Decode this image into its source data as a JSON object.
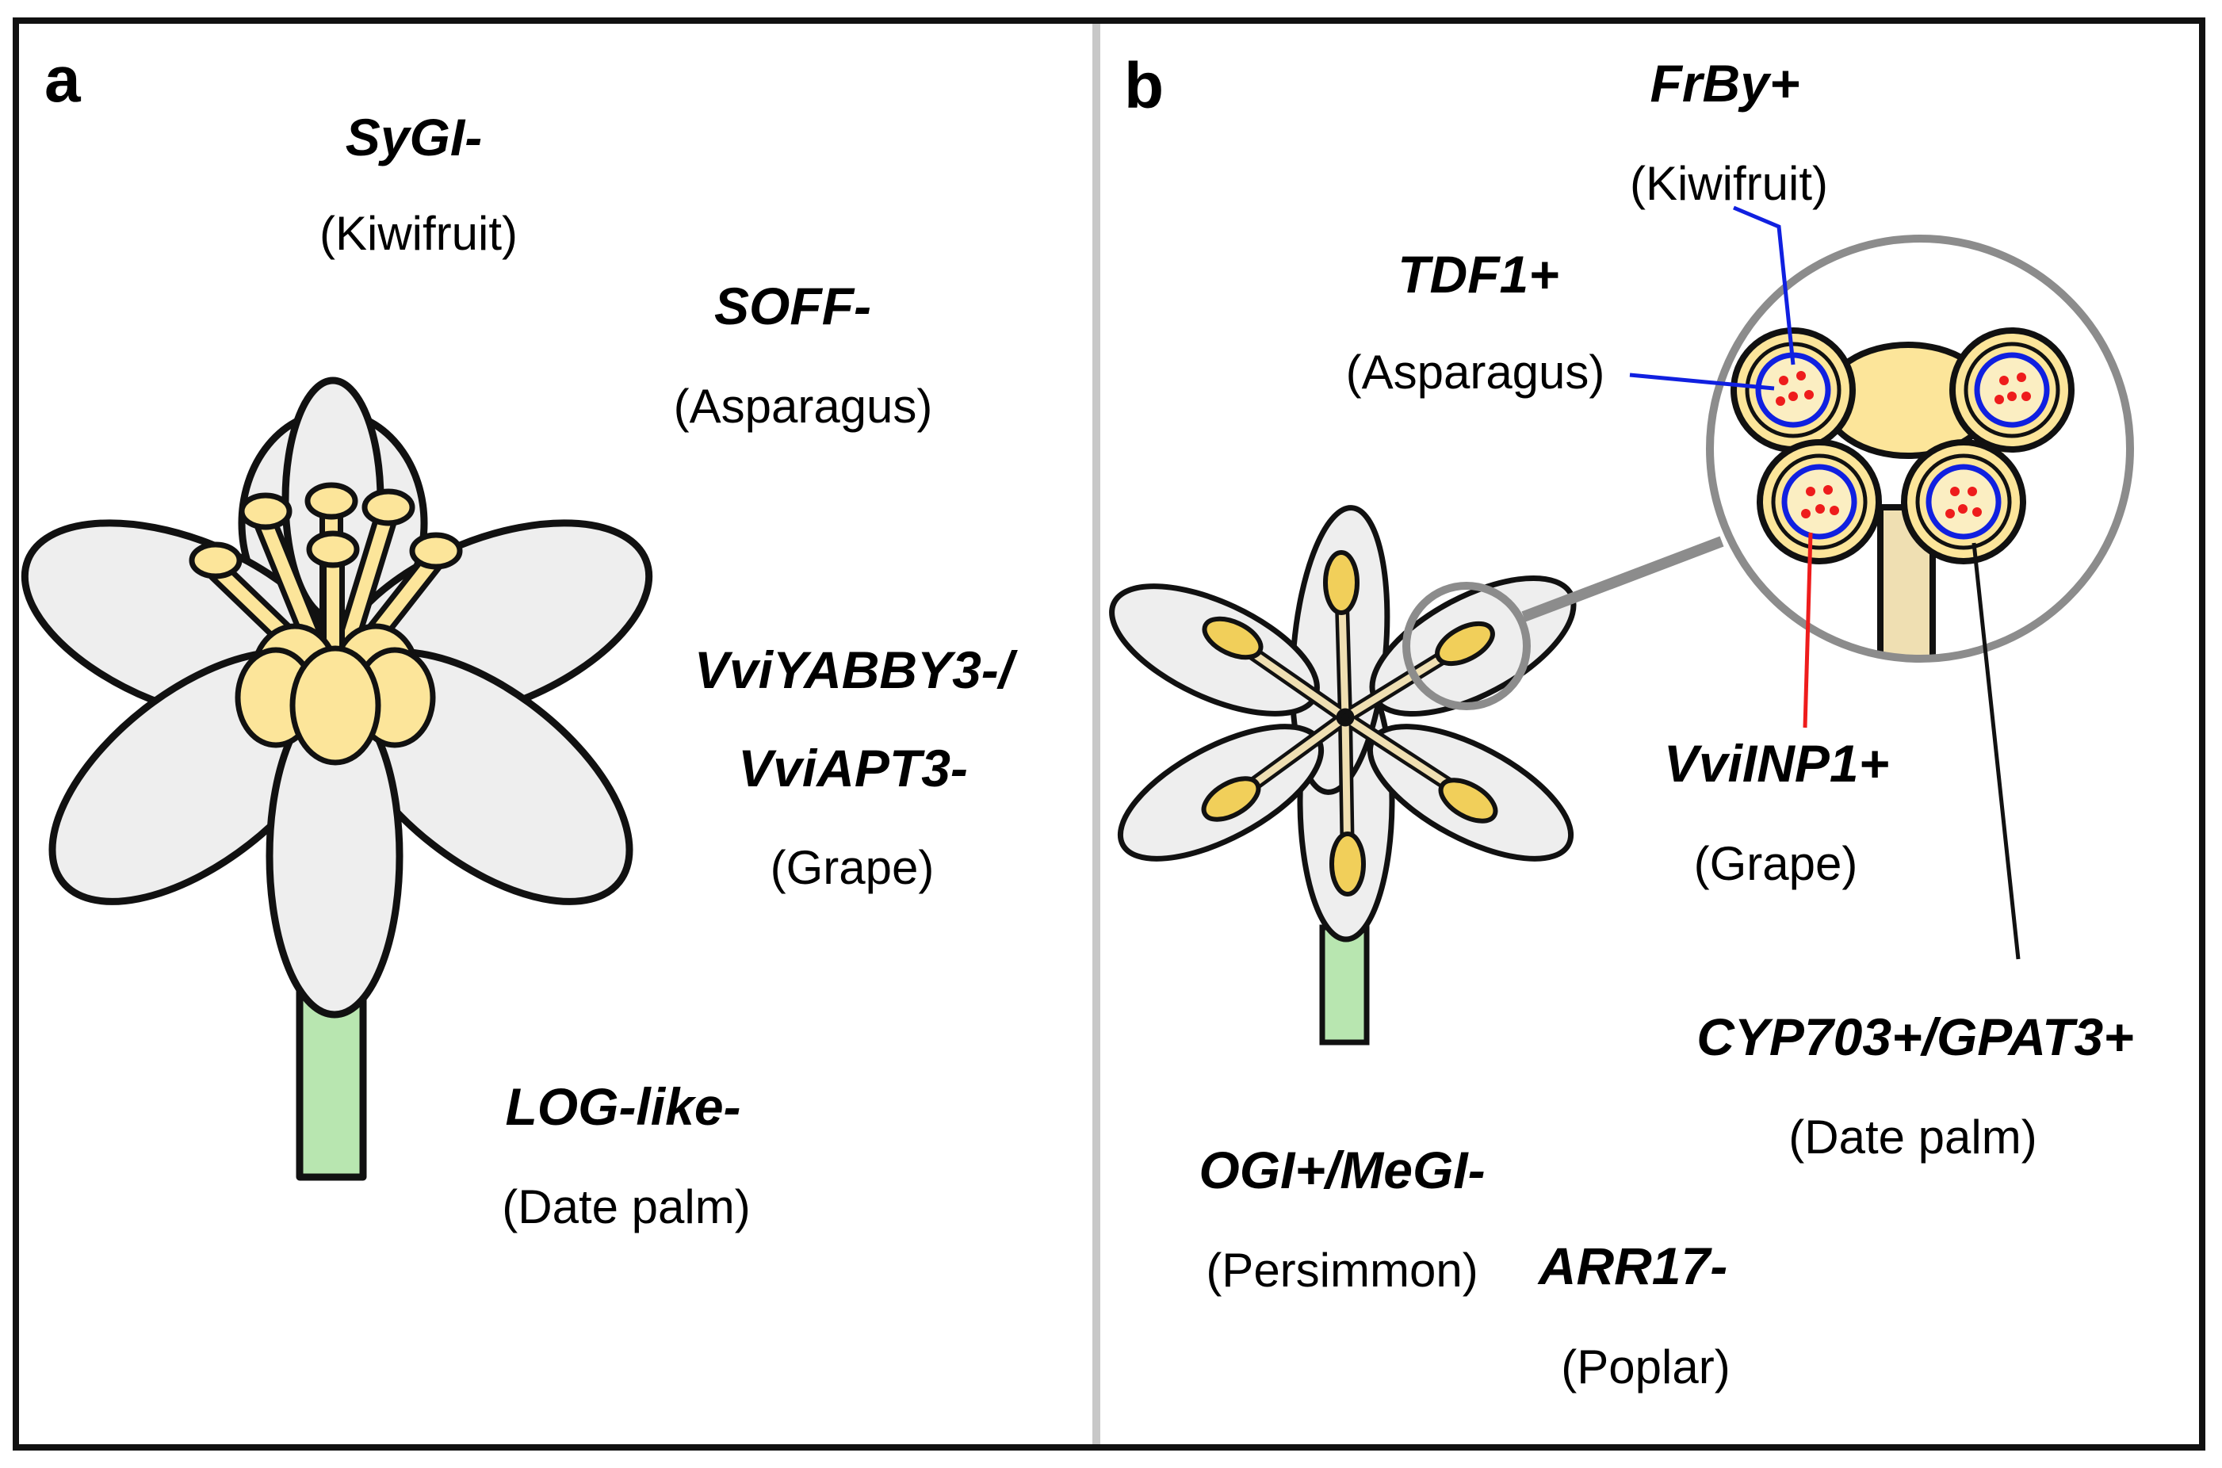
{
  "panels": {
    "a": {
      "letter": "a",
      "labels": [
        {
          "gene": "SyGI-",
          "species": "(Kiwifruit)"
        },
        {
          "gene": "SOFF-",
          "species": "(Asparagus)"
        },
        {
          "gene": "VviYABBY3-/",
          "gene2": "VviAPT3-",
          "species": "(Grape)"
        },
        {
          "gene": "LOG-like-",
          "species": "(Date palm)"
        }
      ]
    },
    "b": {
      "letter": "b",
      "labels": [
        {
          "gene": "FrBy+",
          "species": "(Kiwifruit)"
        },
        {
          "gene": "TDF1+",
          "species": "(Asparagus)"
        },
        {
          "gene": "VviINP1+",
          "species": "(Grape)"
        },
        {
          "gene": "CYP703+/GPAT3+",
          "species": "(Date palm)"
        },
        {
          "gene": "OGI+/MeGI-",
          "species": "(Persimmon)"
        },
        {
          "gene": "ARR17-",
          "species": "(Poplar)"
        }
      ]
    }
  },
  "colors": {
    "petal": "#eeeeee",
    "anther": "#fce59a",
    "anther_deep": "#f1cf5a",
    "filament": "#efdfb2",
    "stem": "#b8e6b0",
    "lens": "#8c8c8c",
    "tapetum": "#1020e0",
    "pollen": "#ee1c1c",
    "border": "#111111",
    "divider": "#c8c8c8"
  }
}
